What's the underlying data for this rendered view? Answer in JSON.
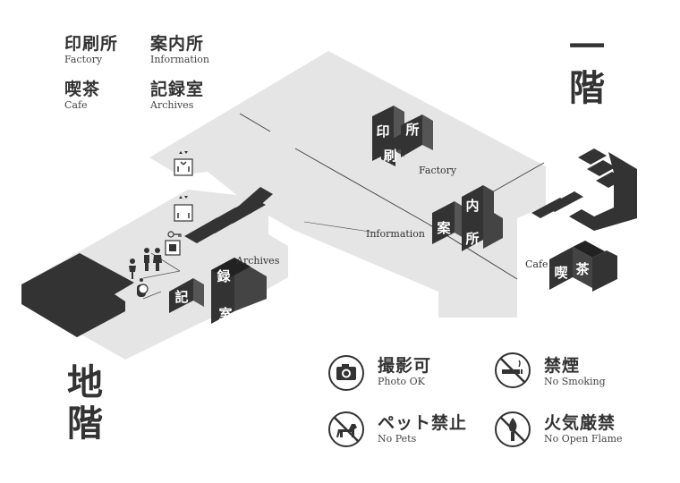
{
  "legend": [
    {
      "jp": "印刷所",
      "en": "Factory"
    },
    {
      "jp": "案内所",
      "en": "Information"
    },
    {
      "jp": "喫茶",
      "en": "Cafe"
    },
    {
      "jp": "記録室",
      "en": "Archives"
    }
  ],
  "floors": {
    "upper": "一階",
    "lower": "地階"
  },
  "map_labels": {
    "factory": "Factory",
    "information": "Information",
    "cafe": "Cafe",
    "archives": "Archives"
  },
  "block_glyphs": {
    "factory": [
      "印",
      "刷",
      "所"
    ],
    "information": [
      "案",
      "内",
      "所"
    ],
    "cafe": [
      "喫",
      "茶"
    ],
    "archives": [
      "記",
      "録",
      "室"
    ]
  },
  "rules": [
    {
      "jp": "撮影可",
      "en": "Photo OK",
      "icon": "camera-icon"
    },
    {
      "jp": "禁煙",
      "en": "No Smoking",
      "icon": "no-smoking-icon"
    },
    {
      "jp": "ペット禁止",
      "en": "No Pets",
      "icon": "no-pets-icon"
    },
    {
      "jp": "火気厳禁",
      "en": "No Open Flame",
      "icon": "no-open-flame-icon"
    }
  ],
  "colors": {
    "floor": "#e5e5e5",
    "dark": "#333333",
    "background": "#ffffff"
  }
}
